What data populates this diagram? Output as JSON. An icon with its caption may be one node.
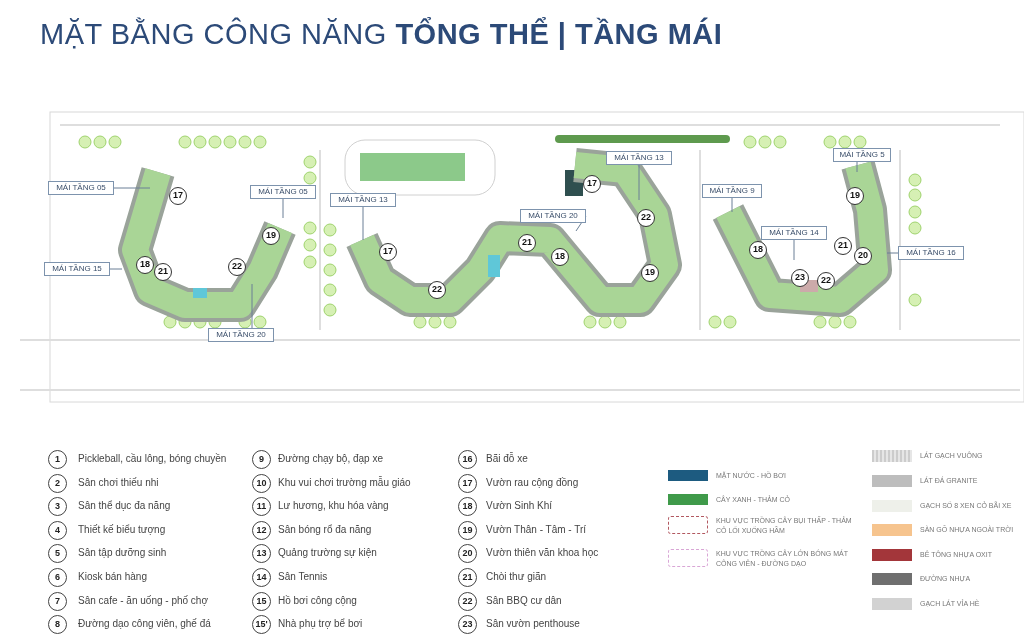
{
  "diagram": {
    "title": "MẶT BẰNG CÔNG NĂNG **TỔNG THỂ | TẦNG MÁI**",
    "nodes": [
      {
        "text": [
          "MÁI TẦNG 05"
        ]
      },
      {
        "text": [
          "MÁI TẦNG 05"
        ]
      },
      {
        "text": [
          "MÁI TẦNG 15"
        ]
      },
      {
        "text": [
          "MÁI TẦNG 20"
        ]
      },
      {
        "text": [
          "MÁI TẦNG 13"
        ]
      },
      {
        "text": [
          "MÁI TẦNG 20"
        ]
      },
      {
        "text": [
          "MÁI TẦNG 13"
        ]
      },
      {
        "text": [
          "MÁI TẦNG 9"
        ]
      },
      {
        "text": [
          "MÁI TẦNG 14"
        ]
      },
      {
        "text": [
          "MÁI TẦNG 5"
        ]
      },
      {
        "text": [
          "MÁI TẦNG 16"
        ]
      }
    ],
    "edges": [
      {
        "from": 0,
        "to": null,
        "arrow": "none"
      },
      {
        "from": 1,
        "to": null,
        "arrow": "none"
      },
      {
        "from": 2,
        "to": null,
        "arrow": "none"
      },
      {
        "from": 3,
        "to": null,
        "arrow": "none"
      },
      {
        "from": 4,
        "to": null,
        "arrow": "none"
      },
      {
        "from": 5,
        "to": null,
        "arrow": "none"
      },
      {
        "from": 6,
        "to": null,
        "arrow": "none"
      },
      {
        "from": 7,
        "to": null,
        "arrow": "none"
      },
      {
        "from": 8,
        "to": null,
        "arrow": "none"
      },
      {
        "from": 9,
        "to": null,
        "arrow": "none"
      },
      {
        "from": 10,
        "to": null,
        "arrow": "none"
      }
    ],
    "labels": [
      "17",
      "19",
      "18",
      "21",
      "22",
      "17",
      "22",
      "21",
      "18",
      "17",
      "22",
      "19",
      "19",
      "18",
      "21",
      "20",
      "23",
      "22",
      "1",
      "Pickleball, cầu lông, bóng chuyền",
      "2",
      "Sân chơi thiếu nhi",
      "3",
      "Sân thể dục đa năng",
      "4",
      "Thiết kế biểu tượng",
      "5",
      "Sân tập dưỡng sinh",
      "6",
      "Kiosk bán hàng",
      "7",
      "Sân cafe - ăn uống - phố chợ",
      "8",
      "Đường dạo công viên, ghế đá",
      "9",
      "Đường chạy bộ, đạp xe",
      "10",
      "Khu vui chơi trường mẫu giáo",
      "11",
      "Lư hương, khu hóa vàng",
      "12",
      "Sân bóng rổ đa năng",
      "13",
      "Quảng trường sự kiện",
      "14",
      "Sân Tennis",
      "15",
      "Hồ bơi công cộng",
      "15'",
      "Nhà phụ trợ bể bơi",
      "16",
      "Bãi đỗ xe",
      "17",
      "Vườn rau cộng đồng",
      "18",
      "Vườn Sinh Khí",
      "19",
      "Vườn Thân - Tâm - Trí",
      "20",
      "Vườn thiên văn khoa học",
      "21",
      "Chòi thư giãn",
      "22",
      "Sân BBQ cư dân",
      "23",
      "Sân vườn penthouse"
    ],
    "legend": [
      {
        "text": "MẶT NƯỚC - HỒ BƠI",
        "color": "#1d5b80"
      },
      {
        "text": "CÂY XANH - THẢM CỎ",
        "color": "#3f9a4a"
      },
      {
        "text": "KHU VỰC TRỒNG CÂY BỤI THẤP - THẢM CỎ LỐI XUỐNG HẦM"
      },
      {
        "text": "KHU VỰC TRỒNG CÂY LỚN BÓNG MÁT CÔNG VIÊN - ĐƯỜNG DẠO"
      },
      {
        "text": "LÁT GẠCH VUÔNG"
      },
      {
        "text": "LÁT ĐÁ GRANITE",
        "color": "#bdbdbd"
      },
      {
        "text": "GẠCH SỐ 8 XEN CỎ BÃI XE",
        "color": "#eef0ea"
      },
      {
        "text": "SÀN GỖ NHỰA NGOÀI TRỜI",
        "color": "#f6c48e"
      },
      {
        "text": "BÊ TÔNG NHỰA OXIT",
        "color": "#a3363a"
      },
      {
        "text": "ĐƯỜNG NHỰA",
        "color": "#6f6f6f"
      },
      {
        "text": "GẠCH LÁT VỈA HÈ",
        "color": "#d2d2d2"
      }
    ]
  }
}
